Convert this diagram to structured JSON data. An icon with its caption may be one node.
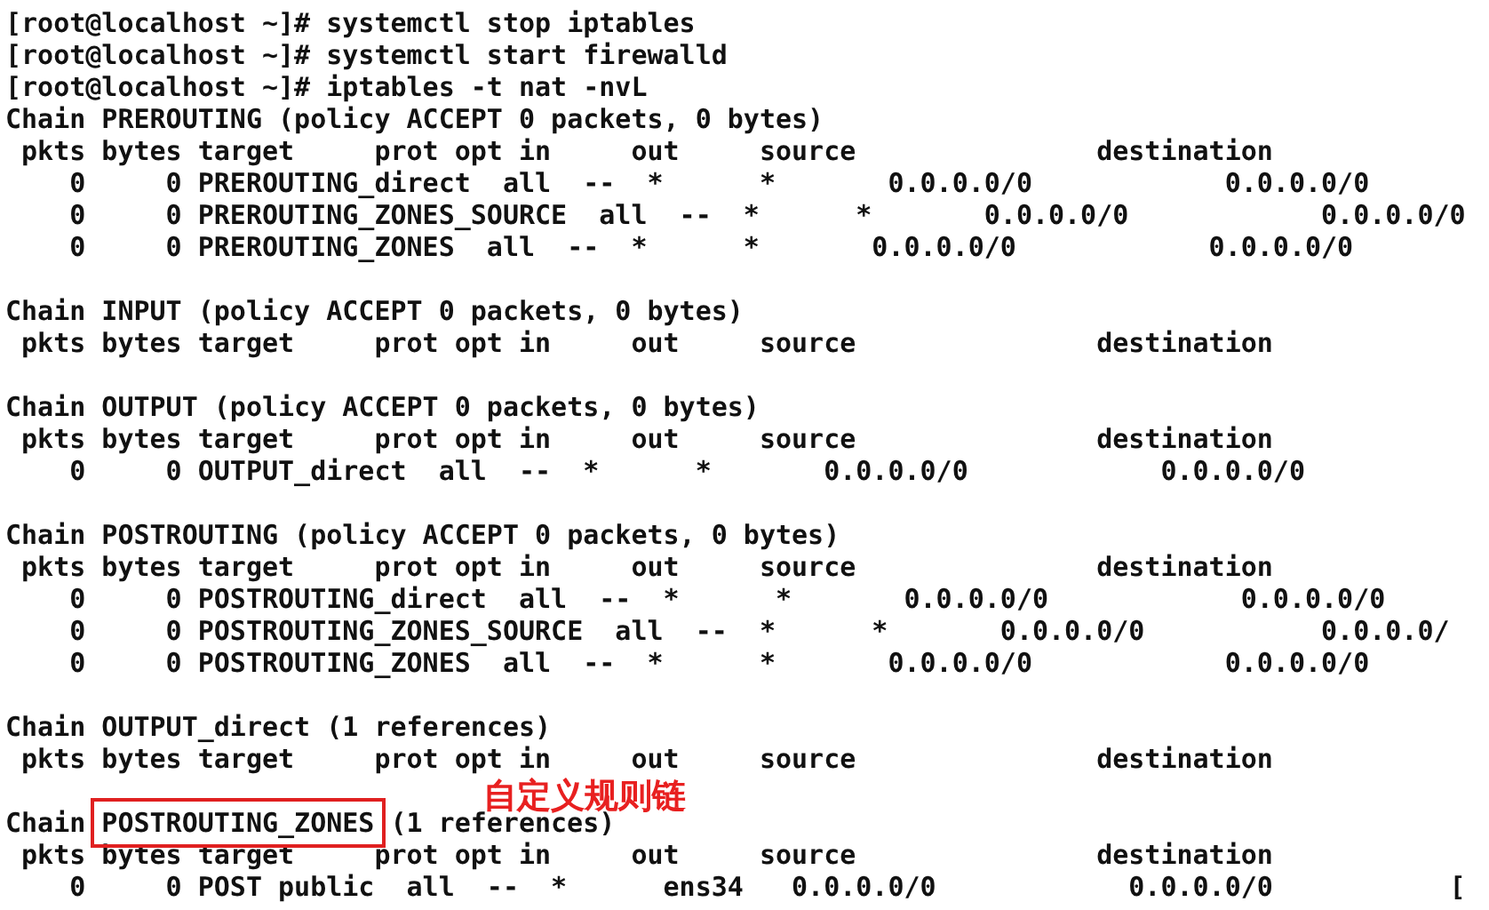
{
  "diagram": {
    "nodes": [
      {
        "text": [
          "POSTROUTING_ZONES"
        ],
        "beside": [
          "自定义规则链"
        ]
      }
    ],
    "labels": [
      "[root@localhost ~]# systemctl stop iptables",
      "[root@localhost ~]# systemctl start firewalld",
      "[root@localhost ~]# iptables -t nat -nvL",
      "Chain PREROUTING (policy ACCEPT 0 packets, 0 bytes)",
      " pkts bytes target     prot opt in     out     source               destination",
      "    0     0 PREROUTING_direct  all  --  *      *       0.0.0.0/0            0.0.0.0/0",
      "    0     0 PREROUTING_ZONES_SOURCE  all  --  *      *       0.0.0.0/0            0.0.0.0/0",
      "    0     0 PREROUTING_ZONES  all  --  *      *       0.0.0.0/0            0.0.0.0/0",
      "Chain INPUT (policy ACCEPT 0 packets, 0 bytes)",
      " pkts bytes target     prot opt in     out     source               destination",
      "Chain OUTPUT (policy ACCEPT 0 packets, 0 bytes)",
      " pkts bytes target     prot opt in     out     source               destination",
      "    0     0 OUTPUT_direct  all  --  *      *       0.0.0.0/0            0.0.0.0/0",
      "Chain POSTROUTING (policy ACCEPT 0 packets, 0 bytes)",
      " pkts bytes target     prot opt in     out     source               destination",
      "    0     0 POSTROUTING_direct  all  --  *      *       0.0.0.0/0            0.0.0.0/0",
      "    0     0 POSTROUTING_ZONES_SOURCE  all  --  *      *       0.0.0.0/0           0.0.0.0/",
      "    0     0 POSTROUTING_ZONES  all  --  *      *       0.0.0.0/0            0.0.0.0/0",
      "Chain OUTPUT_direct (1 references)",
      " pkts bytes target     prot opt in     out     source               destination",
      "Chain",
      "(1 references)",
      " pkts bytes target     prot opt in     out     source               destination",
      "    0     0 POST public  all  --  *      ens34   0.0.0.0/0            0.0.0.0/0           ["
    ]
  }
}
